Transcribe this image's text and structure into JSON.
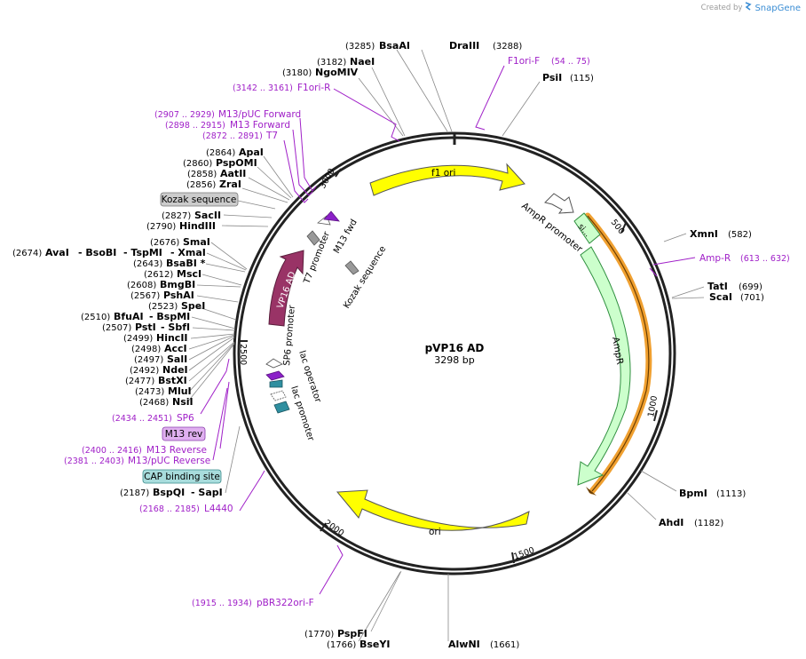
{
  "credit": {
    "prefix": "Created by",
    "brand": "SnapGene"
  },
  "plasmid": {
    "name": "pVP16 AD",
    "size": "3298 bp"
  },
  "ticks": [
    "500",
    "1000",
    "1500",
    "2000",
    "2500",
    "3000"
  ],
  "sites": {
    "bsaai": {
      "name": "BsaAI",
      "pos": "(3285)"
    },
    "draiii": {
      "name": "DraIII",
      "pos": "(3288)"
    },
    "naei": {
      "name": "NaeI",
      "pos": "(3182)"
    },
    "ngomiv": {
      "name": "NgoMIV",
      "pos": "(3180)"
    },
    "psii": {
      "name": "PsiI",
      "pos": "(115)"
    },
    "apai": {
      "name": "ApaI",
      "pos": "(2864)"
    },
    "pspomi": {
      "name": "PspOMI",
      "pos": "(2860)"
    },
    "aatii": {
      "name": "AatII",
      "pos": "(2858)"
    },
    "zrai": {
      "name": "ZraI",
      "pos": "(2856)"
    },
    "sacii": {
      "name": "SacII",
      "pos": "(2827)"
    },
    "hindiii": {
      "name": "HindIII",
      "pos": "(2790)"
    },
    "smai": {
      "name": "SmaI",
      "pos": "(2676)"
    },
    "avai": {
      "name": "AvaI",
      "pos": "(2674)"
    },
    "bsobi": {
      "name": "- BsoBI"
    },
    "tspmi": {
      "name": "- TspMI"
    },
    "xmai": {
      "name": "- XmaI"
    },
    "bsabi": {
      "name": "BsaBI *",
      "pos": "(2643)"
    },
    "msci": {
      "name": "MscI",
      "pos": "(2612)"
    },
    "bmgbi": {
      "name": "BmgBI",
      "pos": "(2608)"
    },
    "pshai": {
      "name": "PshAI",
      "pos": "(2567)"
    },
    "spei": {
      "name": "SpeI",
      "pos": "(2523)"
    },
    "bfuai": {
      "name": "BfuAI",
      "pos": "(2510)"
    },
    "bspmi": {
      "name": "- BspMI"
    },
    "psti": {
      "name": "PstI",
      "pos": "(2507)"
    },
    "sbfi": {
      "name": "- SbfI"
    },
    "hincii": {
      "name": "HincII",
      "pos": "(2499)"
    },
    "acci": {
      "name": "AccI",
      "pos": "(2498)"
    },
    "sali": {
      "name": "SalI",
      "pos": "(2497)"
    },
    "ndei": {
      "name": "NdeI",
      "pos": "(2492)"
    },
    "bstxi": {
      "name": "BstXI",
      "pos": "(2477)"
    },
    "mlui": {
      "name": "MluI",
      "pos": "(2473)"
    },
    "nsii": {
      "name": "NsiI",
      "pos": "(2468)"
    },
    "bspqi": {
      "name": "BspQI",
      "pos": "(2187)"
    },
    "sapi": {
      "name": "- SapI"
    },
    "xmni": {
      "name": "XmnI",
      "pos": "(582)"
    },
    "tati": {
      "name": "TatI",
      "pos": "(699)"
    },
    "scai": {
      "name": "ScaI",
      "pos": "(701)"
    },
    "bpmi": {
      "name": "BpmI",
      "pos": "(1113)"
    },
    "ahdi": {
      "name": "AhdI",
      "pos": "(1182)"
    },
    "pspfi": {
      "name": "PspFI",
      "pos": "(1770)"
    },
    "bseyi": {
      "name": "BseYI",
      "pos": "(1766)"
    },
    "alwni": {
      "name": "AlwNI",
      "pos": "(1661)"
    }
  },
  "primers": {
    "f1ori_f": {
      "name": "F1ori-F",
      "range": "(54 .. 75)"
    },
    "f1ori_r": {
      "name": "F1ori-R",
      "range": "(3142 .. 3161)"
    },
    "m13puc_fwd": {
      "name": "M13/pUC Forward",
      "range": "(2907 .. 2929)"
    },
    "m13_fwd": {
      "name": "M13 Forward",
      "range": "(2898 .. 2915)"
    },
    "t7": {
      "name": "T7",
      "range": "(2872 .. 2891)"
    },
    "amp_r": {
      "name": "Amp-R",
      "range": "(613 .. 632)"
    },
    "sp6": {
      "name": "SP6",
      "range": "(2434 .. 2451)"
    },
    "m13_rev": {
      "name": "M13 Reverse",
      "range": "(2400 .. 2416)"
    },
    "m13puc_rev": {
      "name": "M13/pUC Reverse",
      "range": "(2381 .. 2403)"
    },
    "l4440": {
      "name": "L4440",
      "range": "(2168 .. 2185)"
    },
    "pbr322ori_f": {
      "name": "pBR322ori-F",
      "range": "(1915 .. 1934)"
    }
  },
  "boxes": {
    "kozak": "Kozak sequence",
    "m13rev": "M13 rev",
    "cap": "CAP binding site"
  },
  "features": {
    "f1ori": "f1 ori",
    "ampr_promoter": "AmpR promoter",
    "ampr": "AmpR",
    "sig": "si...",
    "ori": "ori",
    "vp16": "VP16 AD",
    "t7promoter": "T7 promoter",
    "m13fwd": "M13 fwd",
    "kozak": "Kozak sequence",
    "sp6promoter": "SP6 promoter",
    "lacop": "lac operator",
    "lacpro": "lac promoter"
  },
  "colors": {
    "primer": "#a020c8",
    "f1ori": "#ffff00",
    "ori": "#ffff00",
    "ampr": "#ccffcc",
    "ampr_stroke": "#2f8f3f",
    "orange": "#f0a030",
    "vp16": "#993366",
    "lac": "#2f8fa0",
    "kozak_box": "#cccccc",
    "m13rev_box": "#e0b0f0",
    "cap_box": "#a8dcdc"
  }
}
